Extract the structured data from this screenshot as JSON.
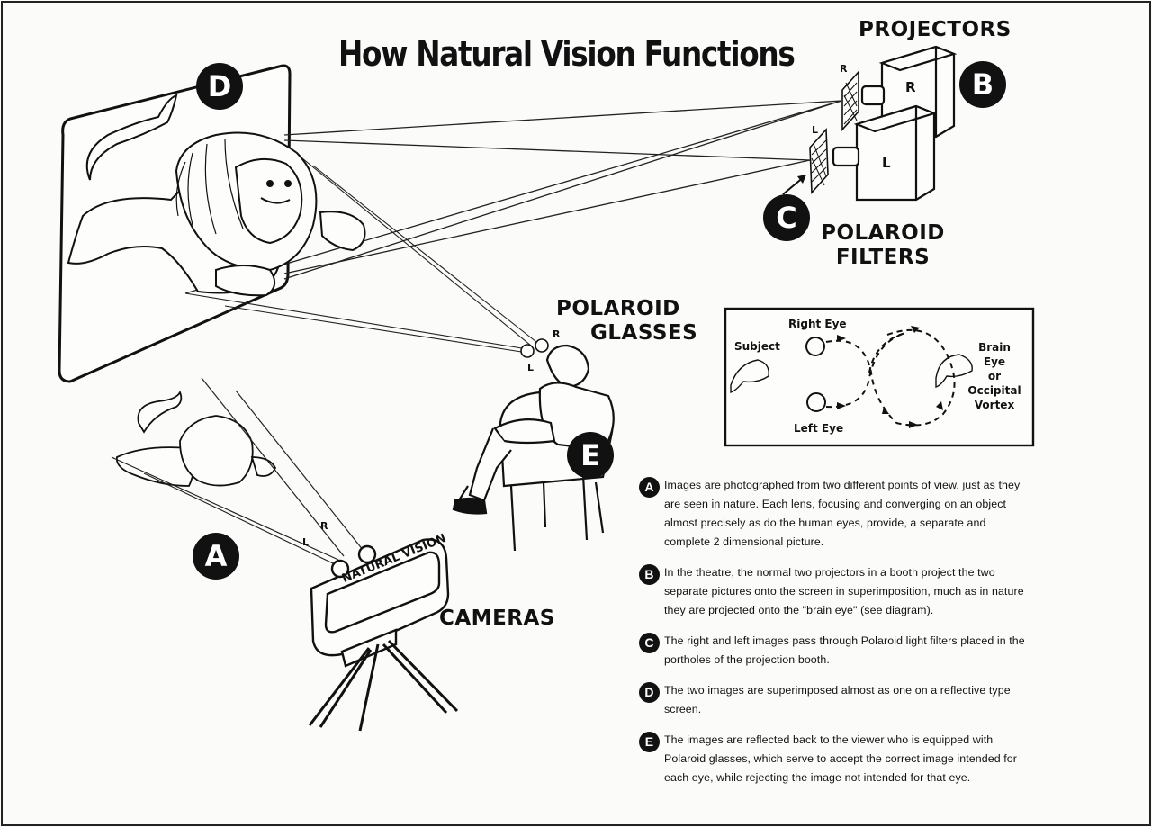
{
  "title": "How Natural Vision Functions",
  "labels": {
    "projectors": "PROJECTORS",
    "polaroid_filters": [
      "POLAROID",
      "FILTERS"
    ],
    "polaroid_glasses": [
      "POLAROID",
      "GLASSES"
    ],
    "cameras": "CAMERAS",
    "camera_brand": "NATURAL VISION"
  },
  "markers": {
    "a": "A",
    "b": "B",
    "c": "C",
    "d": "D",
    "e": "E"
  },
  "small_letters": {
    "proj_r": "R",
    "proj_l": "L",
    "filter_r": "R",
    "filter_l": "L",
    "glasses_r": "R",
    "glasses_l": "L",
    "camera_r": "R",
    "camera_l": "L"
  },
  "inset_diagram": {
    "subject": "Subject",
    "right_eye": "Right Eye",
    "left_eye": "Left Eye",
    "brain": [
      "Brain",
      "Eye",
      "or",
      "Occipital",
      "Vortex"
    ]
  },
  "notes": [
    {
      "key": "A",
      "text": "Images are photographed from two different points of view, just as they are seen in nature. Each lens, focusing and converging on an object almost precisely as do the human eyes, provide, a separate and complete 2 dimensional picture."
    },
    {
      "key": "B",
      "text": "In the theatre, the normal two projectors in a booth project the two separate pictures onto the screen in superimposition, much as in nature they are projected onto the \"brain eye\" (see diagram)."
    },
    {
      "key": "C",
      "text": "The right and left images pass through Polaroid light filters placed in the portholes of the projection booth."
    },
    {
      "key": "D",
      "text": "The two images are superimposed almost as one on a reflective type screen."
    },
    {
      "key": "E",
      "text": "The images are reflected back to the viewer who is equipped with Polaroid glasses, which serve to accept the correct image intended for each eye, while rejecting the image not intended for that eye."
    }
  ]
}
